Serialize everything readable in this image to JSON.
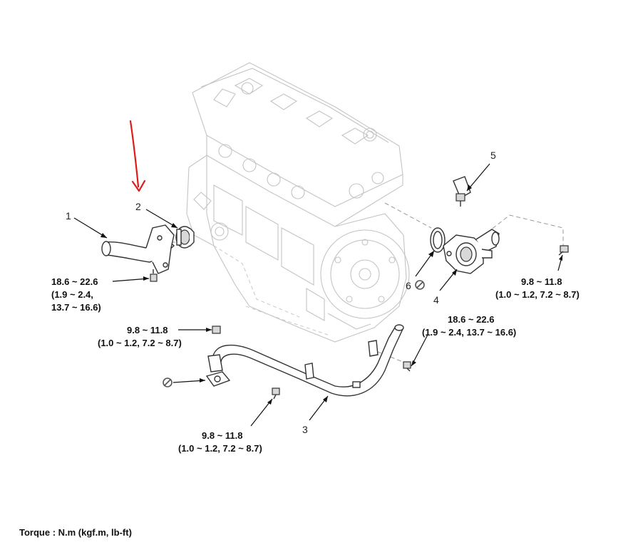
{
  "callouts": {
    "p1": "1",
    "p2": "2",
    "p3": "3",
    "p4": "4",
    "p5": "5",
    "p6": "6"
  },
  "torques": {
    "t_left_1": "18.6 ~ 22.6",
    "t_left_2": "(1.9 ~ 2.4,",
    "t_left_3": "13.7 ~ 16.6)",
    "t_right_1": "9.8 ~ 11.8",
    "t_right_2": "(1.0 ~ 1.2, 7.2 ~ 8.7)",
    "t_mid_1": "18.6 ~ 22.6",
    "t_mid_2": "(1.9 ~ 2.4, 13.7 ~ 16.6)",
    "t_pipe_1": "9.8 ~ 11.8",
    "t_pipe_2": "(1.0 ~ 1.2, 7.2 ~ 8.7)",
    "t_bot_1": "9.8 ~ 11.8",
    "t_bot_2": "(1.0 ~ 1.2, 7.2 ~ 8.7)"
  },
  "footer": {
    "torque_units": "Torque : N.m (kgf.m, lb-ft)"
  },
  "colors": {
    "annotation_arrow": "#e0191b",
    "engine_outline": "#c4c4c4",
    "part_outline": "#333333"
  },
  "icons": {
    "replace_symbol": "circle-slash-icon"
  }
}
